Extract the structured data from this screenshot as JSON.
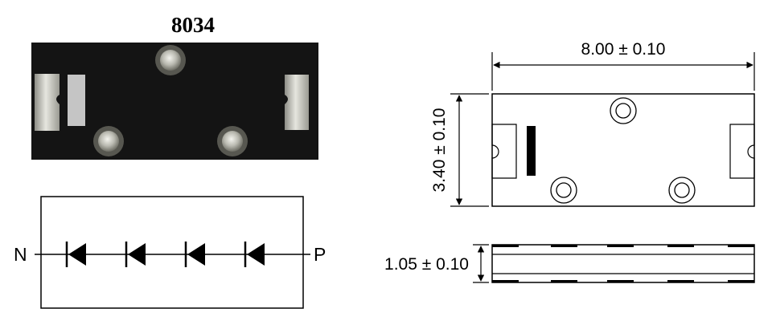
{
  "part_number": "8034",
  "schematic": {
    "left_terminal": "N",
    "right_terminal": "P",
    "diode_count": 4
  },
  "dimensions": {
    "length": "8.00 ± 0.10",
    "width": "3.40 ± 0.10",
    "height": "1.05 ± 0.10"
  },
  "colors": {
    "package_body": "#141414",
    "terminal_metal": "#c9c9c3",
    "drawing_line": "#000000"
  }
}
